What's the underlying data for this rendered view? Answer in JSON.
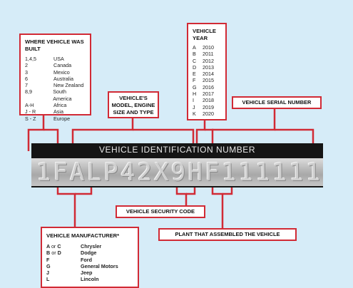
{
  "plate_title": "VEHICLE IDENTIFICATION NUMBER",
  "vin": [
    "1",
    "F",
    "A",
    "L",
    "P",
    "4",
    "2",
    "X",
    "9",
    "H",
    "F",
    "1",
    "1",
    "1",
    "1",
    "1",
    "1"
  ],
  "where_built": {
    "title": "WHERE VEHICLE WAS BUILT",
    "rows": [
      {
        "code": "1,4,5",
        "place": "USA"
      },
      {
        "code": "2",
        "place": "Canada"
      },
      {
        "code": "3",
        "place": "Mexico"
      },
      {
        "code": "6",
        "place": "Australia"
      },
      {
        "code": "7",
        "place": "New Zealand"
      },
      {
        "code": "8,9",
        "place": "South America"
      },
      {
        "code": "A-H",
        "place": "Africa"
      },
      {
        "code": "J - R",
        "place": "Asia"
      },
      {
        "code": "S - Z",
        "place": "Europe"
      }
    ]
  },
  "model_label": "VEHICLE'S MODEL, ENGINE SIZE AND TYPE",
  "year": {
    "title": "VEHICLE YEAR",
    "rows": [
      {
        "code": "A",
        "year": "2010"
      },
      {
        "code": "B",
        "year": "2011"
      },
      {
        "code": "C",
        "year": "2012"
      },
      {
        "code": "D",
        "year": "2013"
      },
      {
        "code": "E",
        "year": "2014"
      },
      {
        "code": "F",
        "year": "2015"
      },
      {
        "code": "G",
        "year": "2016"
      },
      {
        "code": "H",
        "year": "2017"
      },
      {
        "code": "I",
        "year": "2018"
      },
      {
        "code": "J",
        "year": "2019"
      },
      {
        "code": "K",
        "year": "2020"
      }
    ]
  },
  "serial_label": "VEHICLE SERIAL NUMBER",
  "security_label": "VEHICLE SECURITY CODE",
  "plant_label": "PLANT THAT ASSEMBLED THE VEHICLE",
  "manufacturer": {
    "title": "VEHICLE MANUFACTURER*",
    "rows": [
      {
        "code": "A",
        "or": "or",
        "code2": "C",
        "name": "Chrysler"
      },
      {
        "code": "B",
        "or": "or",
        "code2": "D",
        "name": "Dodge"
      },
      {
        "code": "F",
        "or": "",
        "code2": "",
        "name": "Ford"
      },
      {
        "code": "G",
        "or": "",
        "code2": "",
        "name": "General Motors"
      },
      {
        "code": "J",
        "or": "",
        "code2": "",
        "name": "Jeep"
      },
      {
        "code": "L",
        "or": "",
        "code2": "",
        "name": "Lincoln"
      }
    ]
  },
  "colors": {
    "accent": "#d12a35",
    "background": "#d6ecf8",
    "plate": "#151515"
  }
}
